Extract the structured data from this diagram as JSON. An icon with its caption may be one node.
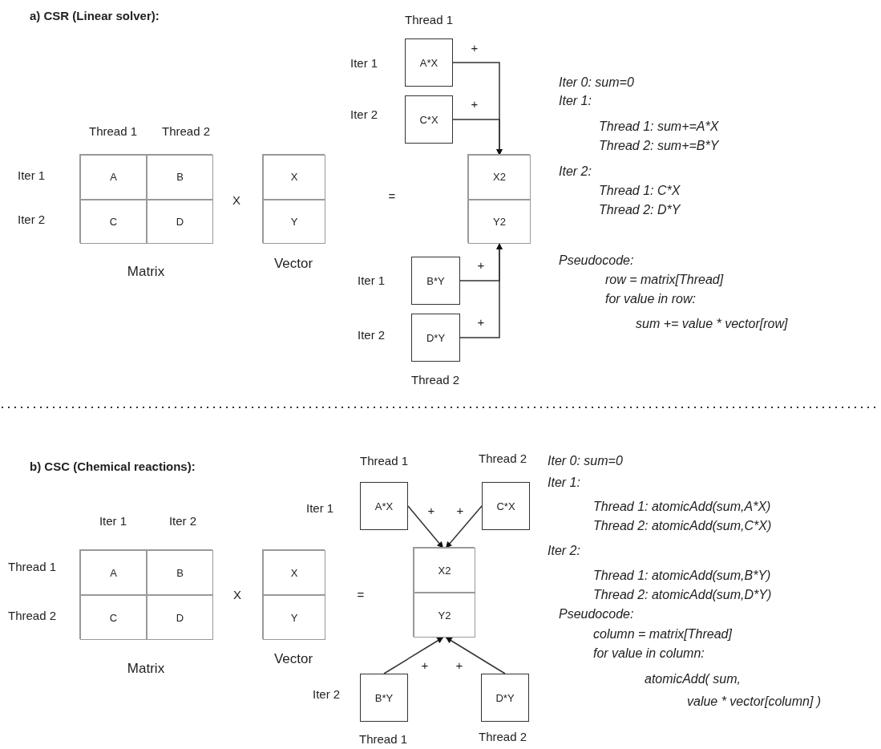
{
  "diagram": {
    "nodes": [
      {
        "text": [
          "Matrix"
        ]
      },
      {
        "text": [
          "A"
        ],
        "in": 0
      },
      {
        "text": [
          "B"
        ],
        "in": 0
      },
      {
        "text": [
          "C"
        ],
        "in": 0
      },
      {
        "text": [
          "D"
        ],
        "in": 0
      },
      {
        "text": [
          "Vector"
        ]
      },
      {
        "text": [
          "X"
        ],
        "in": 5
      },
      {
        "text": [
          "Y"
        ],
        "in": 5
      },
      {
        "text": [],
        "shape": "box"
      },
      {
        "text": [
          "X2"
        ],
        "in": 8
      },
      {
        "text": [
          "Y2"
        ],
        "in": 8
      },
      {
        "text": [
          "A*X"
        ]
      },
      {
        "text": [
          "C*X"
        ]
      },
      {
        "text": [
          "B*Y"
        ]
      },
      {
        "text": [
          "D*Y"
        ]
      },
      {
        "text": [
          "Matrix"
        ]
      },
      {
        "text": [
          "A"
        ],
        "in": 15
      },
      {
        "text": [
          "B"
        ],
        "in": 15
      },
      {
        "text": [
          "C"
        ],
        "in": 15
      },
      {
        "text": [
          "D"
        ],
        "in": 15
      },
      {
        "text": [
          "Vector"
        ]
      },
      {
        "text": [
          "X"
        ],
        "in": 20
      },
      {
        "text": [
          "Y"
        ],
        "in": 20
      },
      {
        "text": [],
        "shape": "box"
      },
      {
        "text": [
          "X2"
        ],
        "in": 23
      },
      {
        "text": [
          "Y2"
        ],
        "in": 23
      },
      {
        "text": [
          "A*X"
        ]
      },
      {
        "text": [
          "C*X"
        ]
      },
      {
        "text": [
          "B*Y"
        ]
      },
      {
        "text": [
          "D*Y"
        ]
      }
    ],
    "edges": [
      {
        "from": 11,
        "to": 9,
        "arrow": "to",
        "label": "+"
      },
      {
        "from": 12,
        "to": 9,
        "arrow": "to",
        "label": "+"
      },
      {
        "from": 13,
        "to": 10,
        "arrow": "to",
        "label": "+"
      },
      {
        "from": 14,
        "to": 10,
        "arrow": "to",
        "label": "+"
      },
      {
        "from": 26,
        "to": 24,
        "arrow": "to",
        "label": "+"
      },
      {
        "from": 27,
        "to": 24,
        "arrow": "to",
        "label": "+"
      },
      {
        "from": 28,
        "to": 25,
        "arrow": "to",
        "label": "+"
      },
      {
        "from": 29,
        "to": 25,
        "arrow": "to",
        "label": "+"
      }
    ],
    "labels": [
      "a) CSR (Linear solver):",
      "Thread 1",
      "Thread 1",
      "Thread 2",
      "Iter 1",
      "Iter 2",
      "Iter 1",
      "Iter 2",
      "X",
      "=",
      "Iter 1",
      "Iter 2",
      "Thread 2",
      "Iter 0: sum=0",
      "Iter 1:",
      "Thread 1: sum+=A*X",
      "Thread 2: sum+=B*Y",
      "Iter 2:",
      "Thread 1: C*X",
      "Thread 2: D*Y",
      "Pseudocode:",
      "row = matrix[Thread]",
      "for value in row:",
      "sum += value * vector[row]",
      "b) CSC (Chemical reactions):",
      "Thread 1",
      "Thread 2",
      "Iter 1",
      "Iter 1",
      "Iter 2",
      "Thread 1",
      "Thread 2",
      "X",
      "=",
      "Iter 2",
      "Thread 1",
      "Thread 2",
      "Iter 0: sum=0",
      "Iter 1:",
      "Thread 1: atomicAdd(sum,A*X)",
      "Thread 2: atomicAdd(sum,C*X)",
      "Iter 2:",
      "Thread 1: atomicAdd(sum,B*Y)",
      "Thread 2: atomicAdd(sum,D*Y)",
      "Pseudocode:",
      "column = matrix[Thread]",
      "for value in column:",
      "atomicAdd( sum,",
      "value * vector[column] )"
    ]
  }
}
